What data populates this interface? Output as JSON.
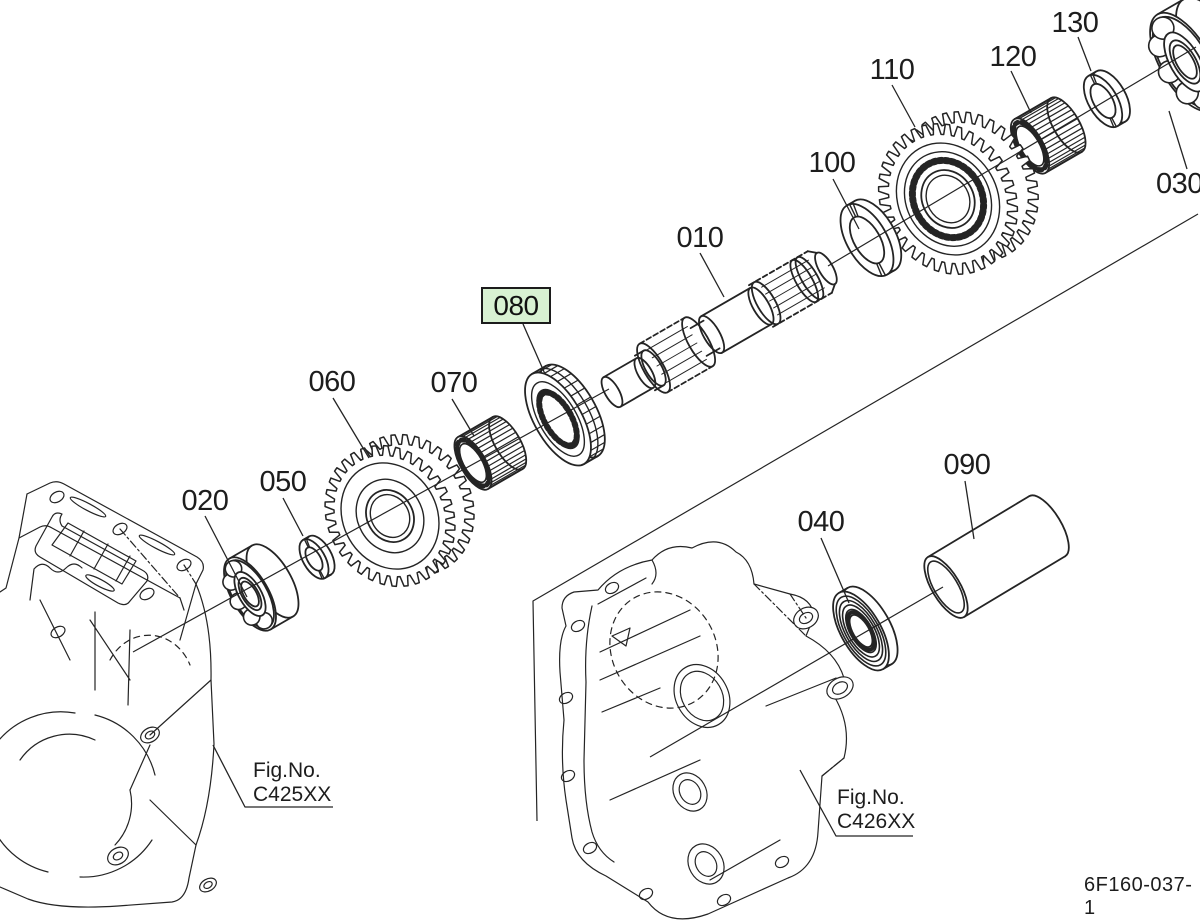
{
  "callouts": {
    "c010": "010",
    "c020": "020",
    "c030": "030",
    "c040": "040",
    "c050": "050",
    "c060": "060",
    "c070": "070",
    "c080": "080",
    "c090": "090",
    "c100": "100",
    "c110": "110",
    "c120": "120",
    "c130": "130"
  },
  "highlight": {
    "part": "080",
    "fill": "#d8f1d2",
    "border": "#1c1c1c"
  },
  "fig_references": [
    {
      "label": "Fig.No.",
      "code": "C425XX"
    },
    {
      "label": "Fig.No.",
      "code": "C426XX"
    }
  ],
  "drawing_number": "6F160-037-1"
}
